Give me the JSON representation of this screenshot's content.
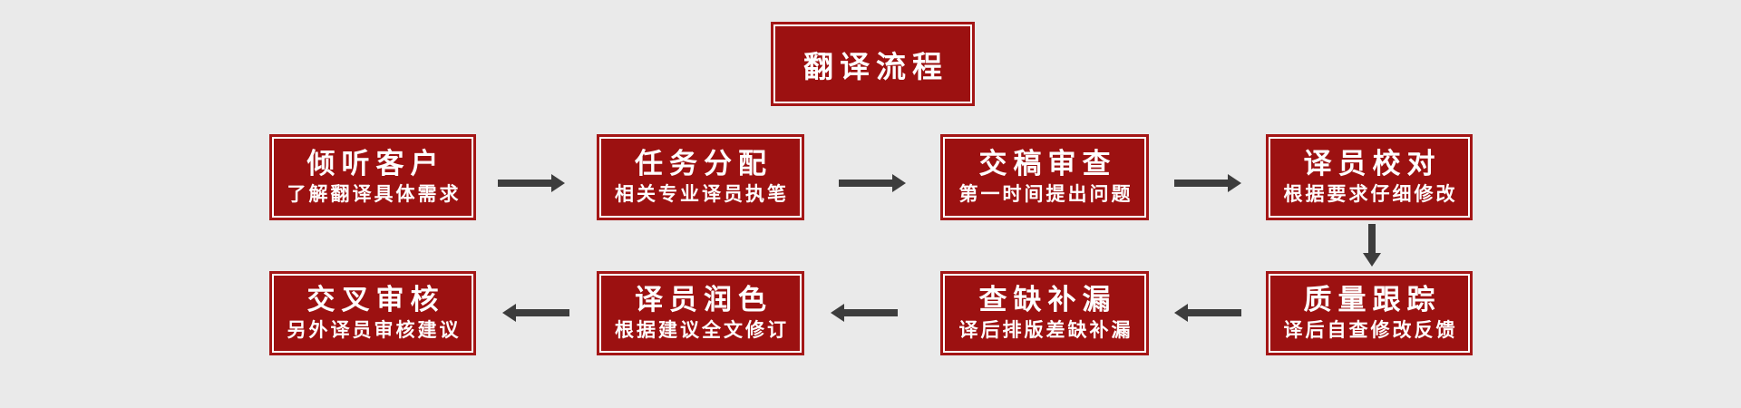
{
  "diagram": {
    "type": "flowchart",
    "title": "翻译流程",
    "row1_direction": "left-to-right",
    "row2_direction": "right-to-left"
  },
  "colors": {
    "page_bg": "#eaeaea",
    "box_fill": "#9c1111",
    "box_border_outer": "#a41616",
    "box_border_inner": "#ffffff",
    "arrow": "#3d3d3d",
    "text": "#ffffff"
  },
  "steps": [
    {
      "title": "倾听客户",
      "subtitle": "了解翻译具体需求"
    },
    {
      "title": "任务分配",
      "subtitle": "相关专业译员执笔"
    },
    {
      "title": "交稿审查",
      "subtitle": "第一时间提出问题"
    },
    {
      "title": "译员校对",
      "subtitle": "根据要求仔细修改"
    },
    {
      "title": "质量跟踪",
      "subtitle": "译后自查修改反馈"
    },
    {
      "title": "查缺补漏",
      "subtitle": "译后排版差缺补漏"
    },
    {
      "title": "译员润色",
      "subtitle": "根据建议全文修订"
    },
    {
      "title": "交叉审核",
      "subtitle": "另外译员审核建议"
    }
  ]
}
